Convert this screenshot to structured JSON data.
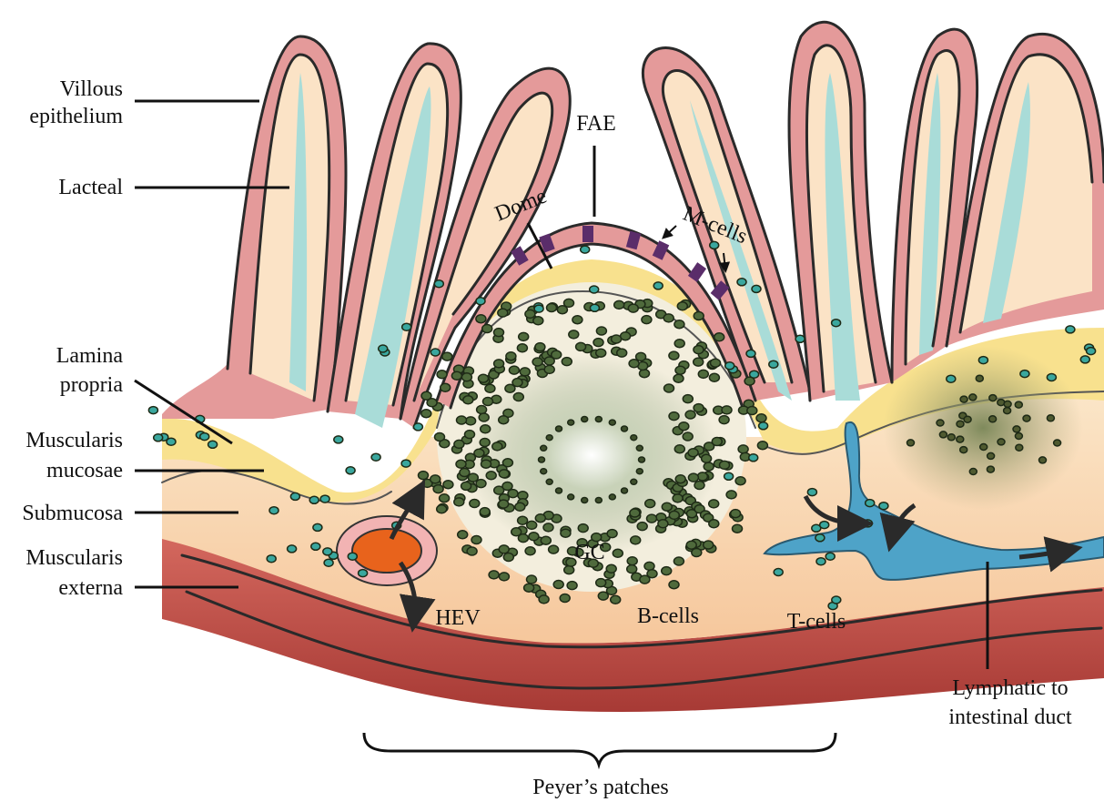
{
  "labels": {
    "villous_epithelium_1": "Villous",
    "villous_epithelium_2": "epithelium",
    "lacteal": "Lacteal",
    "lamina_propria_1": "Lamina",
    "lamina_propria_2": "propria",
    "muscularis_mucosae_1": "Muscularis",
    "muscularis_mucosae_2": "mucosae",
    "submucosa": "Submucosa",
    "muscularis_externa_1": "Muscularis",
    "muscularis_externa_2": "externa",
    "fae": "FAE",
    "dome": "Dome",
    "m_cells": "M-cells",
    "gc": "GC",
    "hev": "HEV",
    "b_cells": "B-cells",
    "t_cells": "T-cells",
    "lymphatic_1": "Lymphatic to",
    "lymphatic_2": "intestinal duct",
    "peyers_patches": "Peyer’s patches"
  },
  "colors": {
    "epithelium": "#e49a9a",
    "villus_core": "#fbe3c6",
    "lacteal": "#a9dcd8",
    "lamina_propria": "#f8e18e",
    "submucosa": "#fbdcb8",
    "muscularis_externa": "#c4514a",
    "b_cell": "#4f6a3c",
    "t_cell": "#3aa79e",
    "lymphatic": "#4ea3c8",
    "hev": "#e8631c",
    "m_cell": "#5a2d6a",
    "germinal_center": "#a9b79a"
  }
}
